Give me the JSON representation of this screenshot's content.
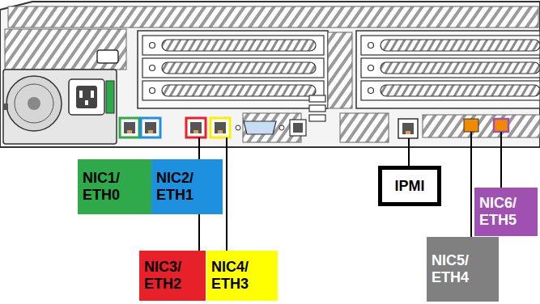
{
  "diagram": {
    "nodes": [
      {
        "text": [
          "NIC1/ ETH0"
        ]
      },
      {
        "text": [
          "NIC2/ ETH1"
        ]
      },
      {
        "text": [
          "NIC3/ ETH2"
        ]
      },
      {
        "text": [
          "NIC4/ ETH3"
        ]
      },
      {
        "text": [
          "IPMI"
        ]
      },
      {
        "text": [
          "NIC5/ ETH4"
        ]
      },
      {
        "text": [
          "NIC6/ ETH5"
        ]
      }
    ]
  }
}
